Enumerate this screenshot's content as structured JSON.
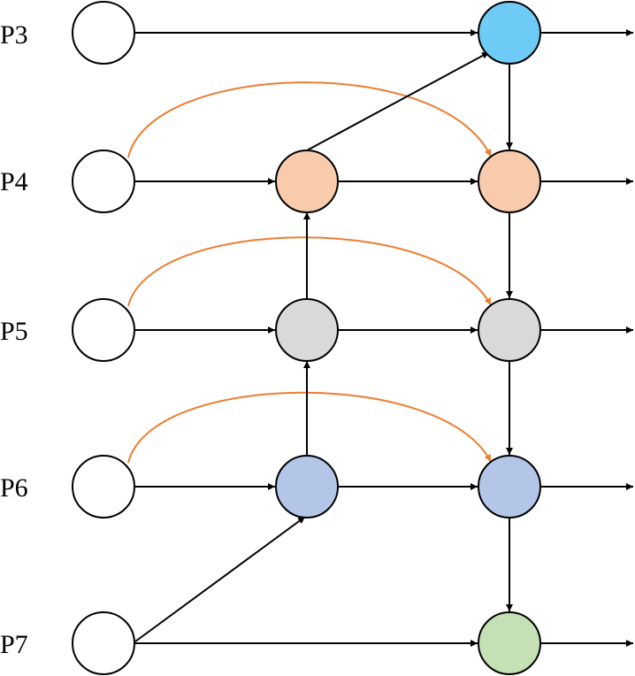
{
  "levels": [
    {
      "label": "P3"
    },
    {
      "label": "P4"
    },
    {
      "label": "P5"
    },
    {
      "label": "P6"
    },
    {
      "label": "P7"
    }
  ],
  "colors": {
    "input_node": "#ffffff",
    "P3": "#6ecbf5",
    "P4": "#f7cbac",
    "P5": "#d9d9d9",
    "P6": "#b4c6e7",
    "P7": "#c5e0b4",
    "edge": "#000000",
    "skip_edge": "#ed7d31"
  }
}
